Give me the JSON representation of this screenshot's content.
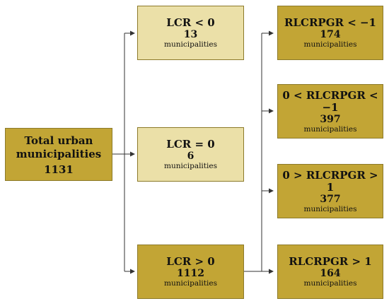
{
  "nodes": {
    "total": {
      "title_line1": "Total urban",
      "title_line2": "municipalities",
      "count": "1131",
      "color": "#c2a535"
    },
    "lcr_neg": {
      "title": "LCR < 0",
      "count": "13",
      "unit": "municipalities",
      "color": "#ebe0a8"
    },
    "lcr_zero": {
      "title": "LCR = 0",
      "count": "6",
      "unit": "municipalities",
      "color": "#ebe0a8"
    },
    "lcr_pos": {
      "title": "LCR > 0",
      "count": "1112",
      "unit": "municipalities",
      "color": "#c2a535"
    },
    "rl_a": {
      "title": "RLCRPGR < −1",
      "count": "174",
      "unit": "municipalities",
      "color": "#c2a535"
    },
    "rl_b": {
      "title": "0 < RLCRPGR < −1",
      "count": "397",
      "unit": "municipalities",
      "color": "#c2a535"
    },
    "rl_c": {
      "title": "0 > RLCRPGR > 1",
      "count": "377",
      "unit": "municipalities",
      "color": "#c2a535"
    },
    "rl_d": {
      "title": "RLCRPGR > 1",
      "count": "164",
      "unit": "municipalities",
      "color": "#c2a535"
    }
  },
  "edges": [
    {
      "from": "total",
      "to": "lcr_neg"
    },
    {
      "from": "total",
      "to": "lcr_zero"
    },
    {
      "from": "total",
      "to": "lcr_pos"
    },
    {
      "from": "lcr_pos",
      "to": "rl_a"
    },
    {
      "from": "lcr_pos",
      "to": "rl_b"
    },
    {
      "from": "lcr_pos",
      "to": "rl_c"
    },
    {
      "from": "lcr_pos",
      "to": "rl_d"
    }
  ],
  "colors": {
    "connector": "#333333",
    "box_border": "#8c7a2a"
  }
}
